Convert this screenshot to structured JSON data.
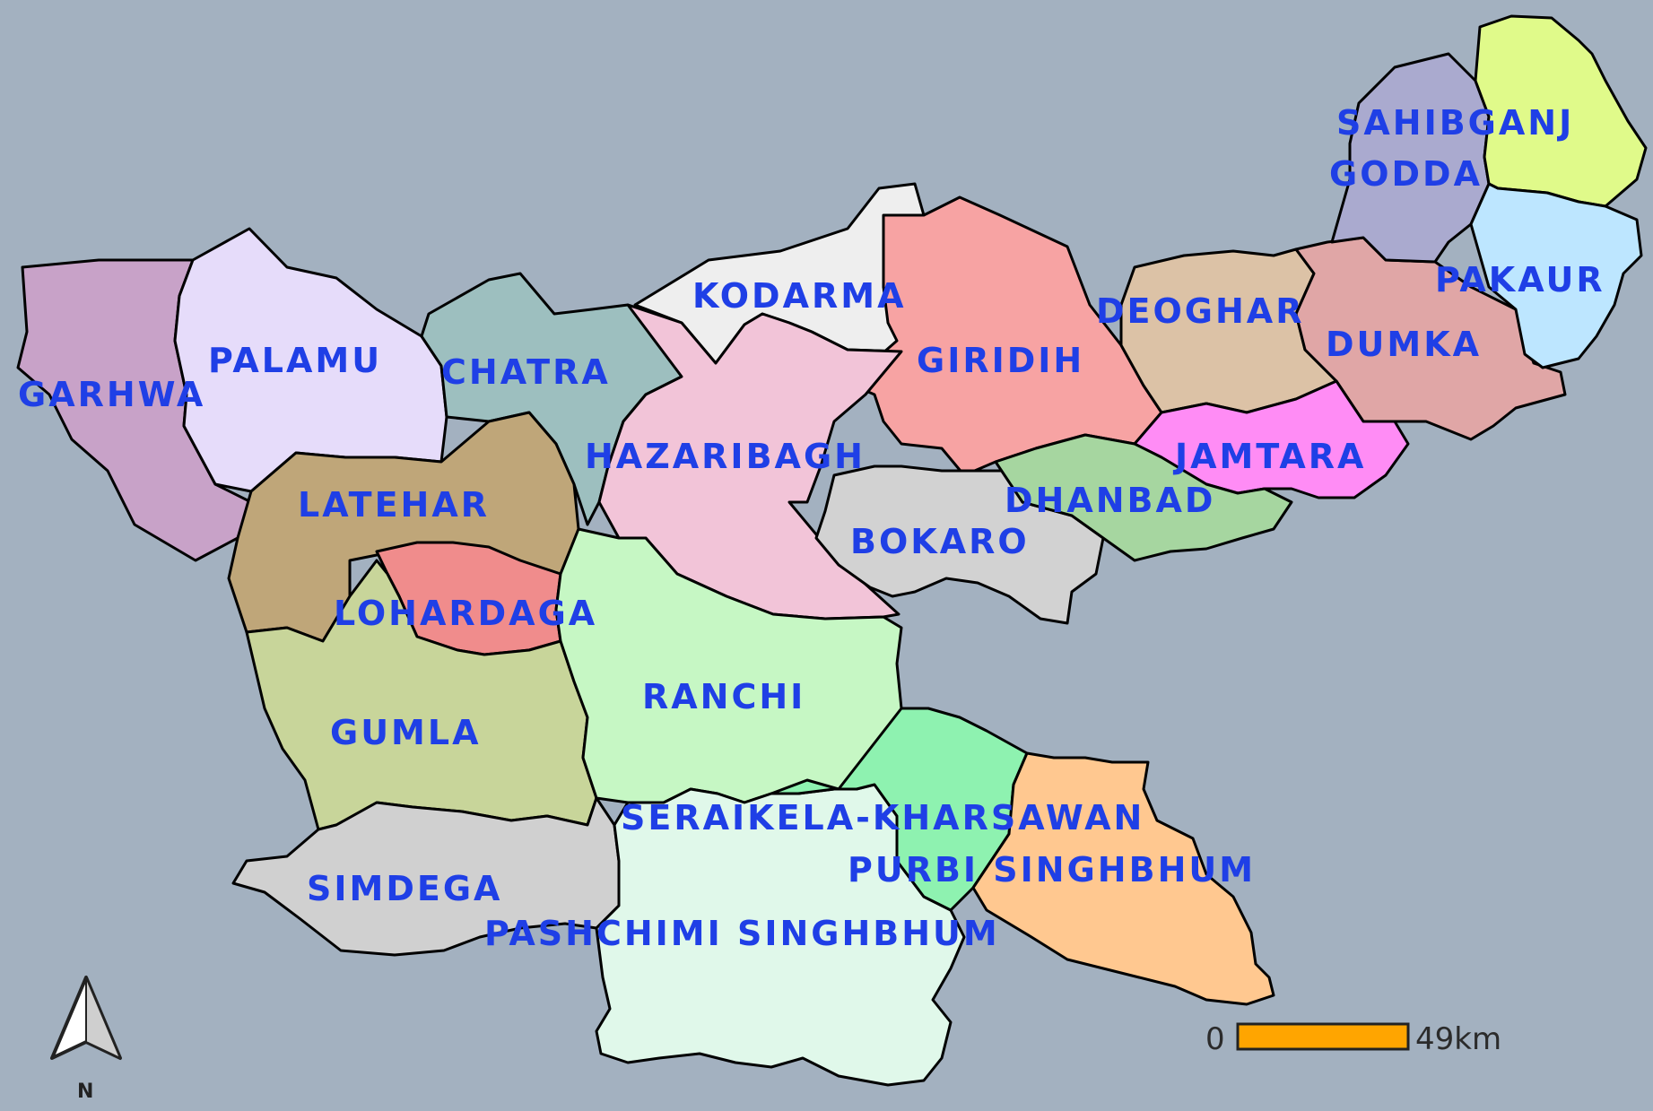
{
  "districts": [
    {
      "id": "garhwa",
      "name": "GARHWA",
      "color": "#c8a2c8"
    },
    {
      "id": "palamu",
      "name": "PALAMU",
      "color": "#e6dcfa"
    },
    {
      "id": "chatra",
      "name": "CHATRA",
      "color": "#9dbfbf"
    },
    {
      "id": "kodarma",
      "name": "KODARMA",
      "color": "#eeeeee"
    },
    {
      "id": "giridih",
      "name": "GIRIDIH",
      "color": "#f7a3a3"
    },
    {
      "id": "deoghar",
      "name": "DEOGHAR",
      "color": "#dcc2a6"
    },
    {
      "id": "sahibganj",
      "name": "SAHIBGANJ",
      "color": "#e0fa8a"
    },
    {
      "id": "godda",
      "name": "GODDA",
      "color": "#aaaacf"
    },
    {
      "id": "pakaur",
      "name": "PAKAUR",
      "color": "#bde6ff"
    },
    {
      "id": "dumka",
      "name": "DUMKA",
      "color": "#e0a6a6"
    },
    {
      "id": "jamtara",
      "name": "JAMTARA",
      "color": "#ff8cf5"
    },
    {
      "id": "dhanbad",
      "name": "DHANBAD",
      "color": "#a6d6a0"
    },
    {
      "id": "bokaro",
      "name": "BOKARO",
      "color": "#d2d2d2"
    },
    {
      "id": "hazaribagh",
      "name": "HAZARIBAGH",
      "color": "#f2c4d8"
    },
    {
      "id": "latehar",
      "name": "LATEHAR",
      "color": "#bfa679"
    },
    {
      "id": "lohardaga",
      "name": "LOHARDAGA",
      "color": "#f08c8c"
    },
    {
      "id": "gumla",
      "name": "GUMLA",
      "color": "#c8d59a"
    },
    {
      "id": "ranchi",
      "name": "RANCHI",
      "color": "#c6f7c4"
    },
    {
      "id": "simdega",
      "name": "SIMDEGA",
      "color": "#d0d0d0"
    },
    {
      "id": "seraikela",
      "name": "SERAIKELA-KHARSAWAN",
      "color": "#8ef2b0"
    },
    {
      "id": "purbi",
      "name": "PURBI SINGHBHUM",
      "color": "#ffc890"
    },
    {
      "id": "pashchimi",
      "name": "PASHCHIMI SINGHBHUM",
      "color": "#e0f8ea"
    }
  ],
  "scale_bar": {
    "start_label": "0",
    "end_label": "49km",
    "color": "#ffa500"
  },
  "north_arrow": {
    "label": "N"
  },
  "colors": {
    "background": "#a3b1c0",
    "label": "#1f3fe6",
    "border": "#000000"
  }
}
